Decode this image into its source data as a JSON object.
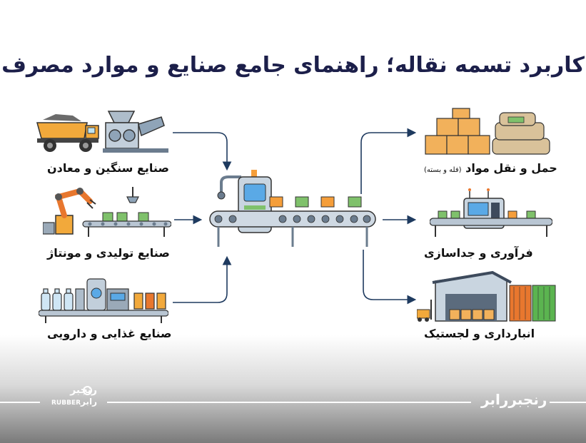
{
  "title": "کاربرد تسمه نقاله؛ راهنمای جامع صنایع و موارد مصرف",
  "inputs": [
    {
      "label": "صنایع سنگین و معادن",
      "icon": "mining-truck-crusher-icon"
    },
    {
      "label": "صنایع تولیدی و مونتاژ",
      "icon": "robot-arm-assembly-icon"
    },
    {
      "label": "صنایع غذایی و دارویی",
      "icon": "bottling-food-line-icon"
    }
  ],
  "center": {
    "icon": "conveyor-machine-icon"
  },
  "outputs": [
    {
      "label": "حمل و نقل مواد",
      "sub": "(فله و بسته)",
      "icon": "boxes-sacks-icon"
    },
    {
      "label": "فرآوری و جداسازی",
      "icon": "sorting-machine-icon"
    },
    {
      "label": "انبارداری و لجستیک",
      "icon": "warehouse-forklift-icon"
    }
  ],
  "branding": {
    "right_logo": "رنجبررابر",
    "left_logo_line1": "رنجبر",
    "left_logo_line2": "رابر",
    "left_logo_en": "RUBBER"
  },
  "colors": {
    "title": "#1c1f4a",
    "arrow": "#1e3a5f",
    "orange": "#f59e3a",
    "green": "#5bb450",
    "steel": "#8fa4b8"
  }
}
